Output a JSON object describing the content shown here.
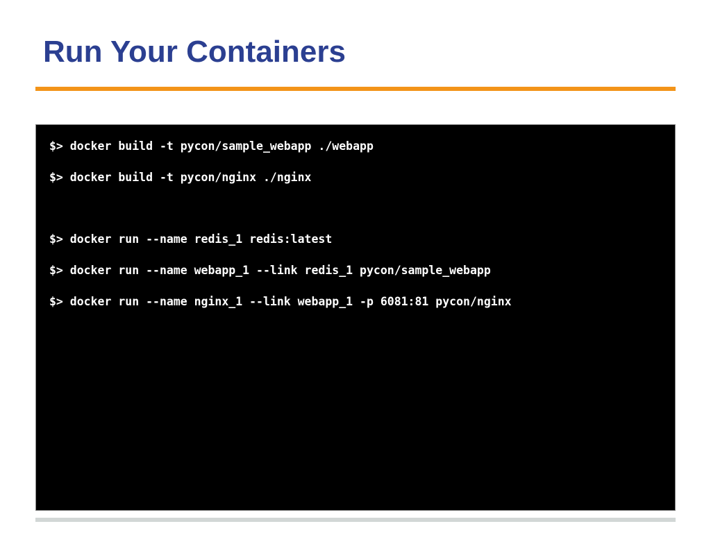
{
  "title": "Run Your Containers",
  "colors": {
    "title": "#2b3f91",
    "accent_rule": "#f39419",
    "terminal_background": "#000000",
    "terminal_text": "#ffffff",
    "bottom_rule": "#d2d7d6"
  },
  "terminal": {
    "lines": [
      "$> docker build -t pycon/sample_webapp ./webapp",
      "$> docker build -t pycon/nginx ./nginx",
      "",
      "$> docker run --name redis_1 redis:latest",
      "$> docker run --name webapp_1 --link redis_1 pycon/sample_webapp",
      "$> docker run --name nginx_1 --link webapp_1 -p 6081:81 pycon/nginx"
    ]
  }
}
